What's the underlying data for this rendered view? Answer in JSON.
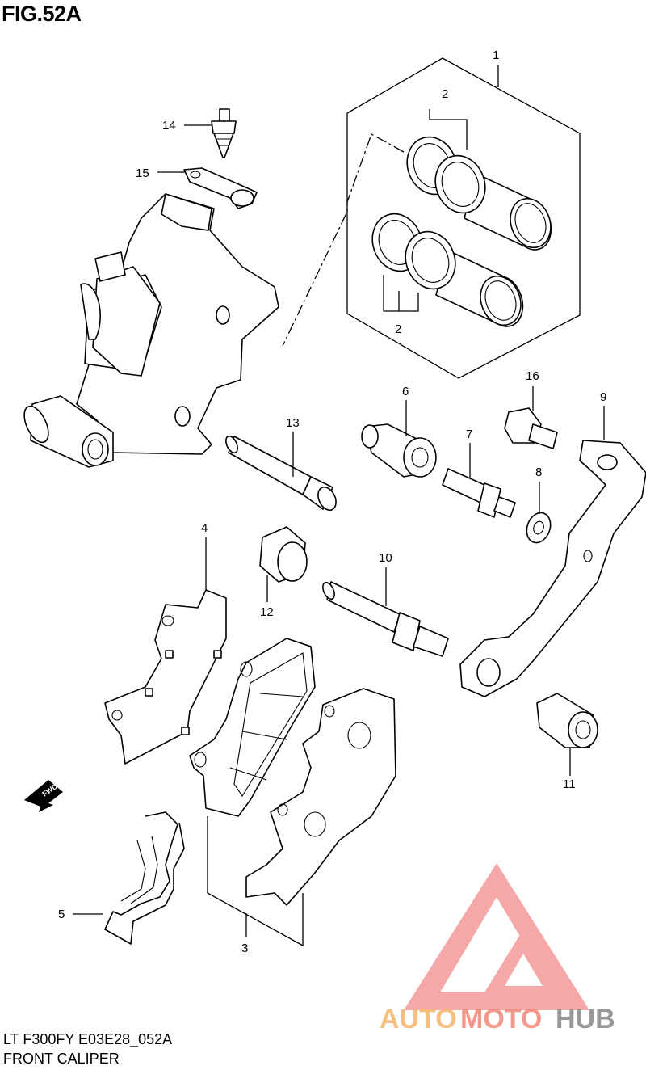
{
  "figure": {
    "title": "FIG.52A",
    "code": "LT F300FY E03E28_052A",
    "name": "FRONT CALIPER"
  },
  "callouts": [
    {
      "id": "c1",
      "label": "1"
    },
    {
      "id": "c2a",
      "label": "2"
    },
    {
      "id": "c2b",
      "label": "2"
    },
    {
      "id": "c3",
      "label": "3"
    },
    {
      "id": "c4",
      "label": "4"
    },
    {
      "id": "c5",
      "label": "5"
    },
    {
      "id": "c6",
      "label": "6"
    },
    {
      "id": "c7",
      "label": "7"
    },
    {
      "id": "c8",
      "label": "8"
    },
    {
      "id": "c9",
      "label": "9"
    },
    {
      "id": "c10",
      "label": "10"
    },
    {
      "id": "c11",
      "label": "11"
    },
    {
      "id": "c12",
      "label": "12"
    },
    {
      "id": "c13",
      "label": "13"
    },
    {
      "id": "c14",
      "label": "14"
    },
    {
      "id": "c15",
      "label": "15"
    },
    {
      "id": "c16",
      "label": "16"
    }
  ],
  "fwd_label": "FWD",
  "watermark": {
    "part1": "AUTO",
    "part2": "MOTO",
    "part3": "HUB",
    "color1": "#f5b46a",
    "color2": "#f08878",
    "color3": "#888888"
  }
}
